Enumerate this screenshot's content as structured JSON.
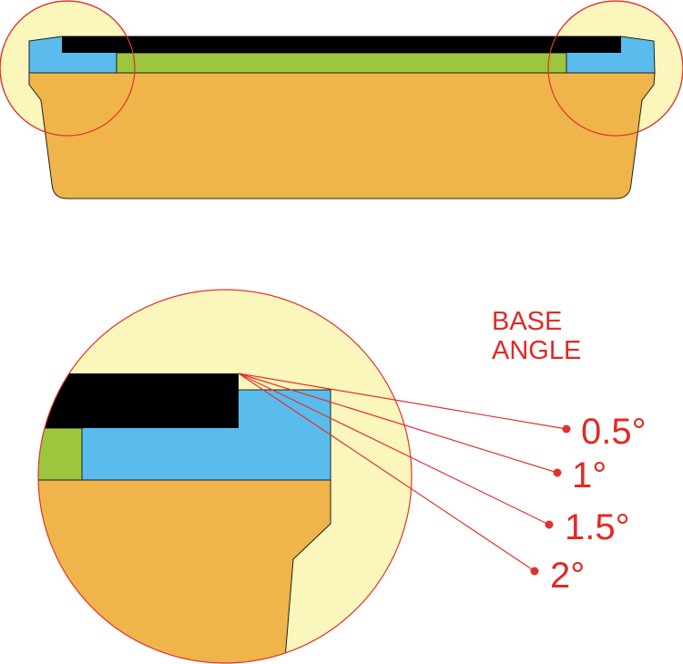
{
  "colors": {
    "base_fill": "#efb44a",
    "magnifier_fill": "#fbf6bb",
    "outline": "#e2332e",
    "top_layer": "#000000",
    "blue_layer": "#59bced",
    "green_layer": "#9bc63d",
    "dark_outline": "#231f20"
  },
  "legend": {
    "title_line1": "BASE",
    "title_line2": "ANGLE"
  },
  "angles": [
    {
      "label": "0.5°"
    },
    {
      "label": "1°"
    },
    {
      "label": "1.5°"
    },
    {
      "label": "2°"
    }
  ]
}
